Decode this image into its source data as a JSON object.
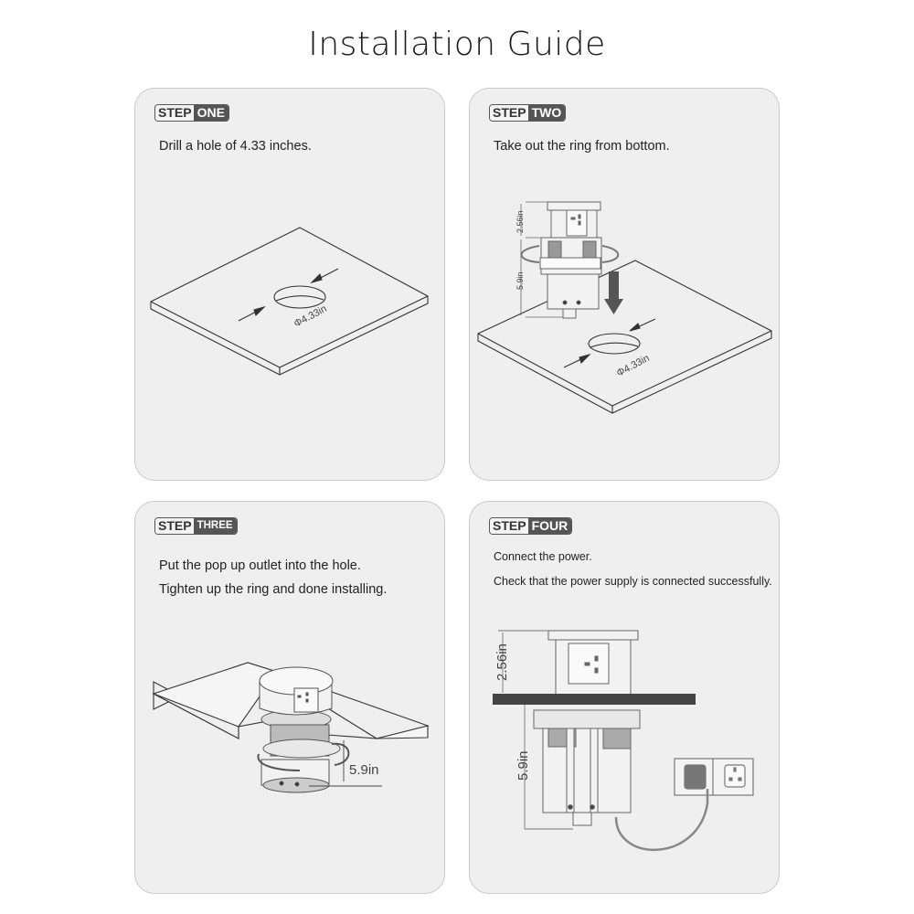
{
  "header": {
    "title": "Installation Guide"
  },
  "steps": [
    {
      "badge_prefix": "STEP",
      "badge_number": "ONE",
      "lines": [
        "Drill a hole of 4.33 inches."
      ],
      "diagram": {
        "hole_label": "Φ4.33in"
      }
    },
    {
      "badge_prefix": "STEP",
      "badge_number": "TWO",
      "lines": [
        "Take out the ring from bottom."
      ],
      "diagram": {
        "hole_label": "Φ4.33in",
        "top_height_label": "2.56in",
        "bottom_height_label": "5.9in"
      }
    },
    {
      "badge_prefix": "STEP",
      "badge_number": "THREE",
      "lines": [
        "Put the pop up outlet into the hole.",
        "Tighten up the ring and done installing."
      ],
      "diagram": {
        "height_label": "5.9in"
      }
    },
    {
      "badge_prefix": "STEP",
      "badge_number": "FOUR",
      "lines": [
        "Connect the power.",
        "Check that the power supply is connected successfully."
      ],
      "diagram": {
        "top_height_label": "2.56in",
        "bottom_height_label": "5.9in"
      }
    }
  ],
  "colors": {
    "panel_bg": "#efefef",
    "panel_border": "#c9c9c9",
    "badge_dark": "#555555",
    "line": "#333333"
  }
}
